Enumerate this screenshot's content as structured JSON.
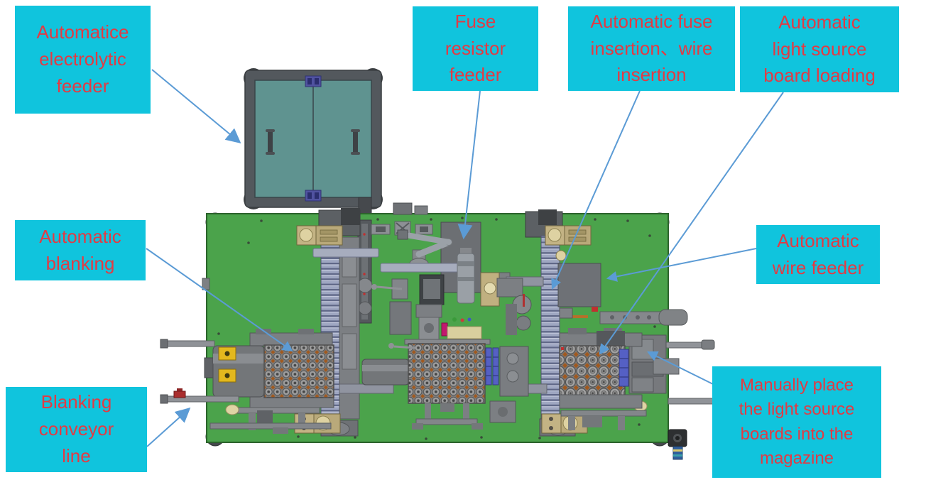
{
  "diagram": {
    "type": "machine-layout-callout-diagram",
    "colors": {
      "label_background": "#10c4dd",
      "label_text": "#e23b44",
      "arrow": "#5b9bd5",
      "machine_board": "#4ba34b",
      "feeder_cabinet": "#5f9390"
    },
    "labels": [
      {
        "id": "automatic-electrolytic-feeder",
        "text": "Automatice\nelectrolytic\nfeeder"
      },
      {
        "id": "fuse-resistor-feeder",
        "text": "Fuse\nresistor\nfeeder"
      },
      {
        "id": "automatic-fuse-insertion",
        "text": "Automatic fuse\ninsertion、wire\ninsertion"
      },
      {
        "id": "automatic-light-source-board-loading",
        "text": "Automatic\nlight source\nboard loading"
      },
      {
        "id": "automatic-blanking",
        "text": "Automatic\nblanking"
      },
      {
        "id": "automatic-wire-feeder",
        "text": "Automatic\nwire feeder"
      },
      {
        "id": "blanking-conveyor-line",
        "text": "Blanking\nconveyor\nline"
      },
      {
        "id": "manually-place-boards",
        "text": "Manually place\nthe light source\nboards into the\nmagazine"
      }
    ],
    "arrows": [
      {
        "from_label": "automatic-electrolytic-feeder",
        "target": "electrolytic feeder cabinet"
      },
      {
        "from_label": "fuse-resistor-feeder",
        "target": "fuse resistor feeder plate"
      },
      {
        "from_label": "automatic-fuse-insertion",
        "target": "right chain conveyor insertion station"
      },
      {
        "from_label": "automatic-light-source-board-loading",
        "target": "light source board tray"
      },
      {
        "from_label": "automatic-wire-feeder",
        "target": "wire feeder box"
      },
      {
        "from_label": "automatic-blanking",
        "target": "blanking tray"
      },
      {
        "from_label": "blanking-conveyor-line",
        "target": "lower output rod"
      },
      {
        "from_label": "manually-place-boards",
        "target": "magazine mechanism"
      }
    ]
  }
}
